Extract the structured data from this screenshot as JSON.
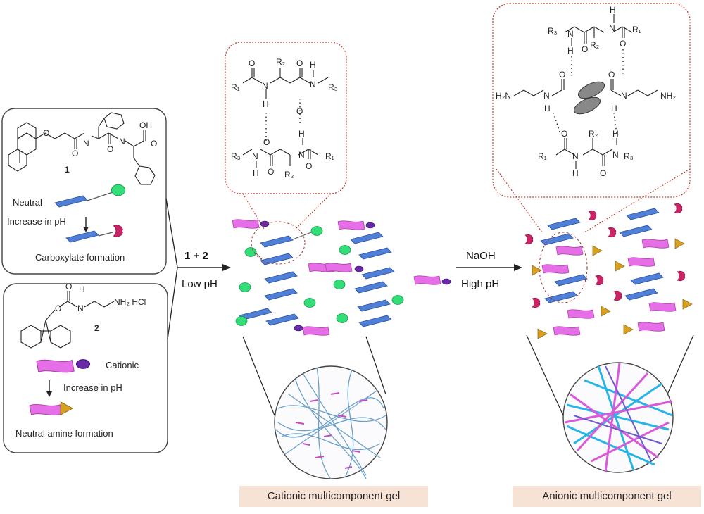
{
  "compound1": {
    "number": "1",
    "neutral_label": "Neutral",
    "increase_ph": "Increase  in pH",
    "carboxylate": "Carboxylate formation",
    "oh": "OH"
  },
  "compound2": {
    "number": "2",
    "nh2hcl": "NH₂ HCl",
    "cationic_label": "Cationic",
    "increase_ph": "Increase  in pH",
    "neutral_amine": "Neutral amine formation"
  },
  "step1": {
    "reagent": "1 + 2",
    "condition": "Low pH"
  },
  "step2": {
    "reagent": "NaOH",
    "condition": "High pH"
  },
  "inset_left": {
    "r1_top": "R₁",
    "r2_top": "R₂",
    "r3_top": "R₃",
    "n_top1": "N",
    "n_top2": "N",
    "h_top1": "H",
    "h_top2": "H",
    "r1_bot": "R₁",
    "r2_bot": "R₂",
    "r3_bot": "R₃",
    "n_bot1": "N",
    "n_bot2": "N",
    "h_bot1": "H",
    "h_bot2": "H"
  },
  "inset_right": {
    "r3_top": "R₃",
    "r1_top": "R₁",
    "r2_top": "R₂",
    "h_top1": "H",
    "h_top2": "H",
    "n_top1": "N",
    "n_top2": "N",
    "h2n": "H₂N",
    "nh2": "NH₂",
    "n_mid1": "N",
    "n_mid2": "N",
    "h_mid1": "H",
    "h_mid2": "H",
    "r1_bot": "R₁",
    "r2_bot": "R₂",
    "r3_bot": "R₃",
    "n_bot1": "N",
    "n_bot2": "N",
    "h_bot1": "H",
    "h_bot2": "H"
  },
  "gel_left_label": "Cationic multicomponent gel",
  "gel_right_label": "Anionic multicomponent gel",
  "colors": {
    "blue_tape": "#4f7fd6",
    "green_head": "#33dd77",
    "pink_tape": "#e66ee6",
    "purple_head": "#6a2aa8",
    "magenta_head": "#cc2266",
    "gold_head": "#d8a020",
    "red_dotted": "#c0392b",
    "label_bg": "#f7e2d6"
  }
}
